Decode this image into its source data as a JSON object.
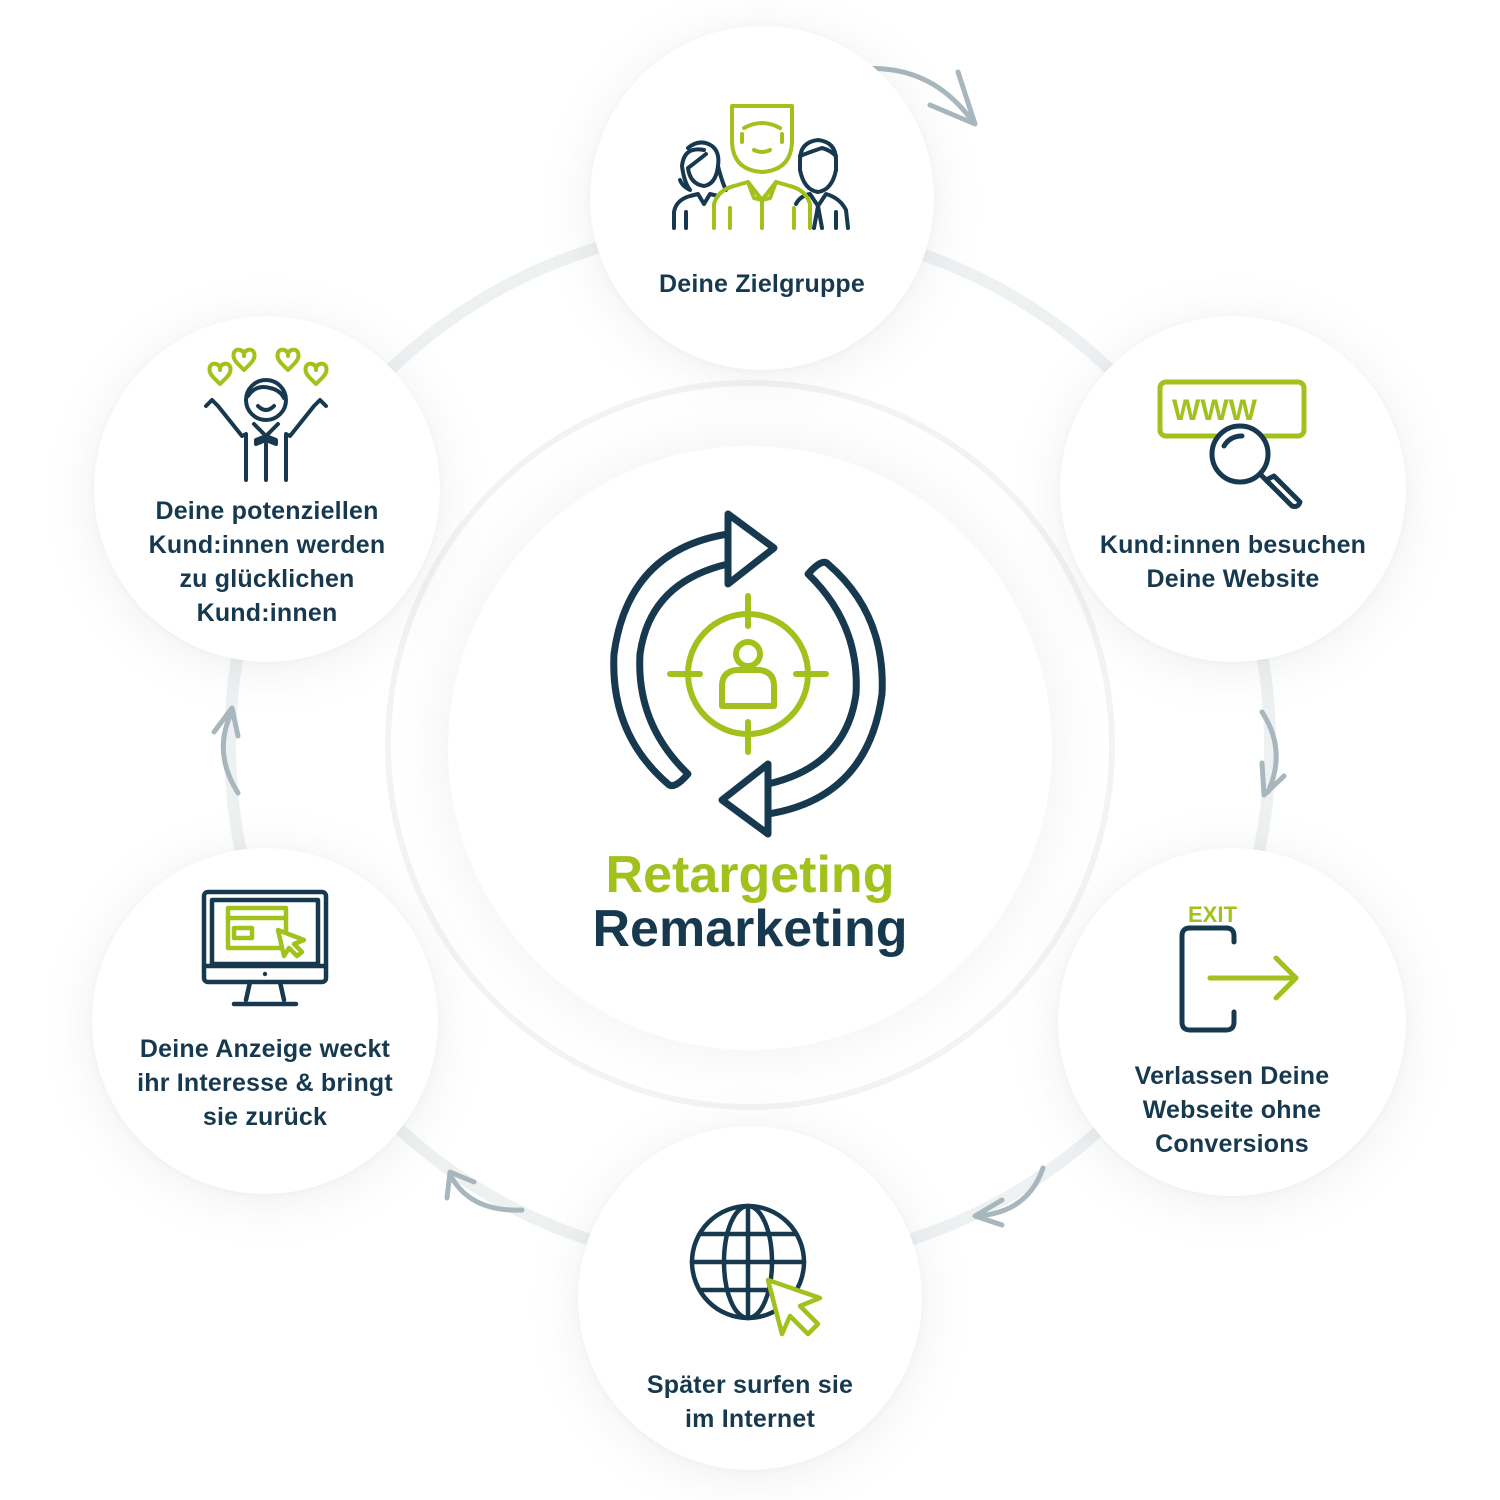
{
  "title": {
    "line1": "Retargeting",
    "line2": "Remarketing"
  },
  "colors": {
    "navy": "#17394f",
    "lime": "#a2c11c",
    "arrow": "#a8b7be"
  },
  "steps": [
    {
      "icon": "target-group-people-icon",
      "lines": [
        "Deine Zielgruppe"
      ]
    },
    {
      "icon": "www-search-icon",
      "icon_text": "WWW",
      "lines": [
        "Kund:innen besuchen",
        "Deine Website"
      ]
    },
    {
      "icon": "exit-door-icon",
      "icon_text": "EXIT",
      "lines": [
        "Verlassen Deine",
        "Webseite ohne",
        "Conversions"
      ]
    },
    {
      "icon": "globe-cursor-icon",
      "lines": [
        "Später surfen sie",
        "im Internet"
      ]
    },
    {
      "icon": "monitor-ad-icon",
      "lines": [
        "Deine Anzeige weckt",
        "ihr Interesse & bringt",
        "sie zurück"
      ]
    },
    {
      "icon": "happy-customer-icon",
      "lines": [
        "Deine potenziellen",
        "Kund:innen werden",
        "zu glücklichen",
        "Kund:innen"
      ]
    }
  ]
}
